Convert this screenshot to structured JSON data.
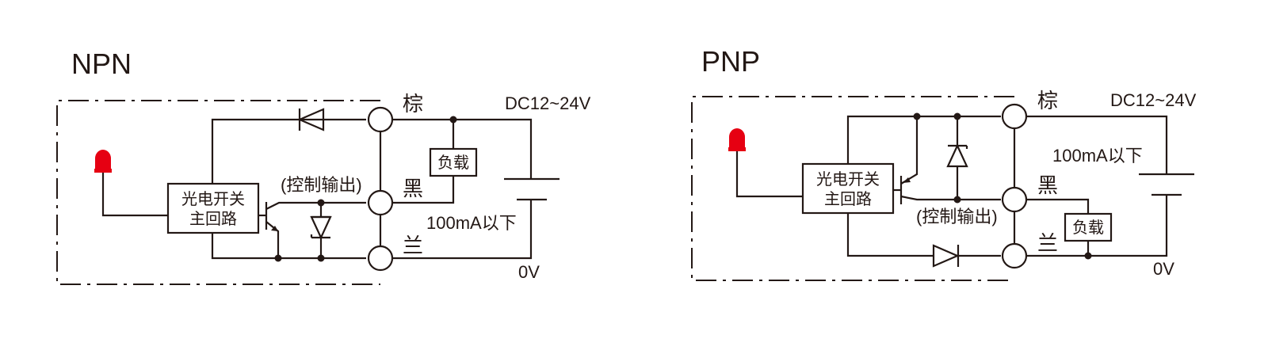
{
  "npn": {
    "title": "NPN",
    "wire_top": "棕",
    "wire_mid": "黑",
    "wire_bot": "兰",
    "supply": "DC12~24V",
    "ground": "0V",
    "load": "负载",
    "current": "100mA以下",
    "control_output": "(控制输出)",
    "circuit_line1": "光电开关",
    "circuit_line2": "主回路"
  },
  "pnp": {
    "title": "PNP",
    "wire_top": "棕",
    "wire_mid": "黑",
    "wire_bot": "兰",
    "supply": "DC12~24V",
    "ground": "0V",
    "load": "负载",
    "current": "100mA以下",
    "control_output": "(控制输出)",
    "circuit_line1": "光电开关",
    "circuit_line2": "主回路"
  },
  "colors": {
    "line": "#231815",
    "led": "#e60012"
  }
}
